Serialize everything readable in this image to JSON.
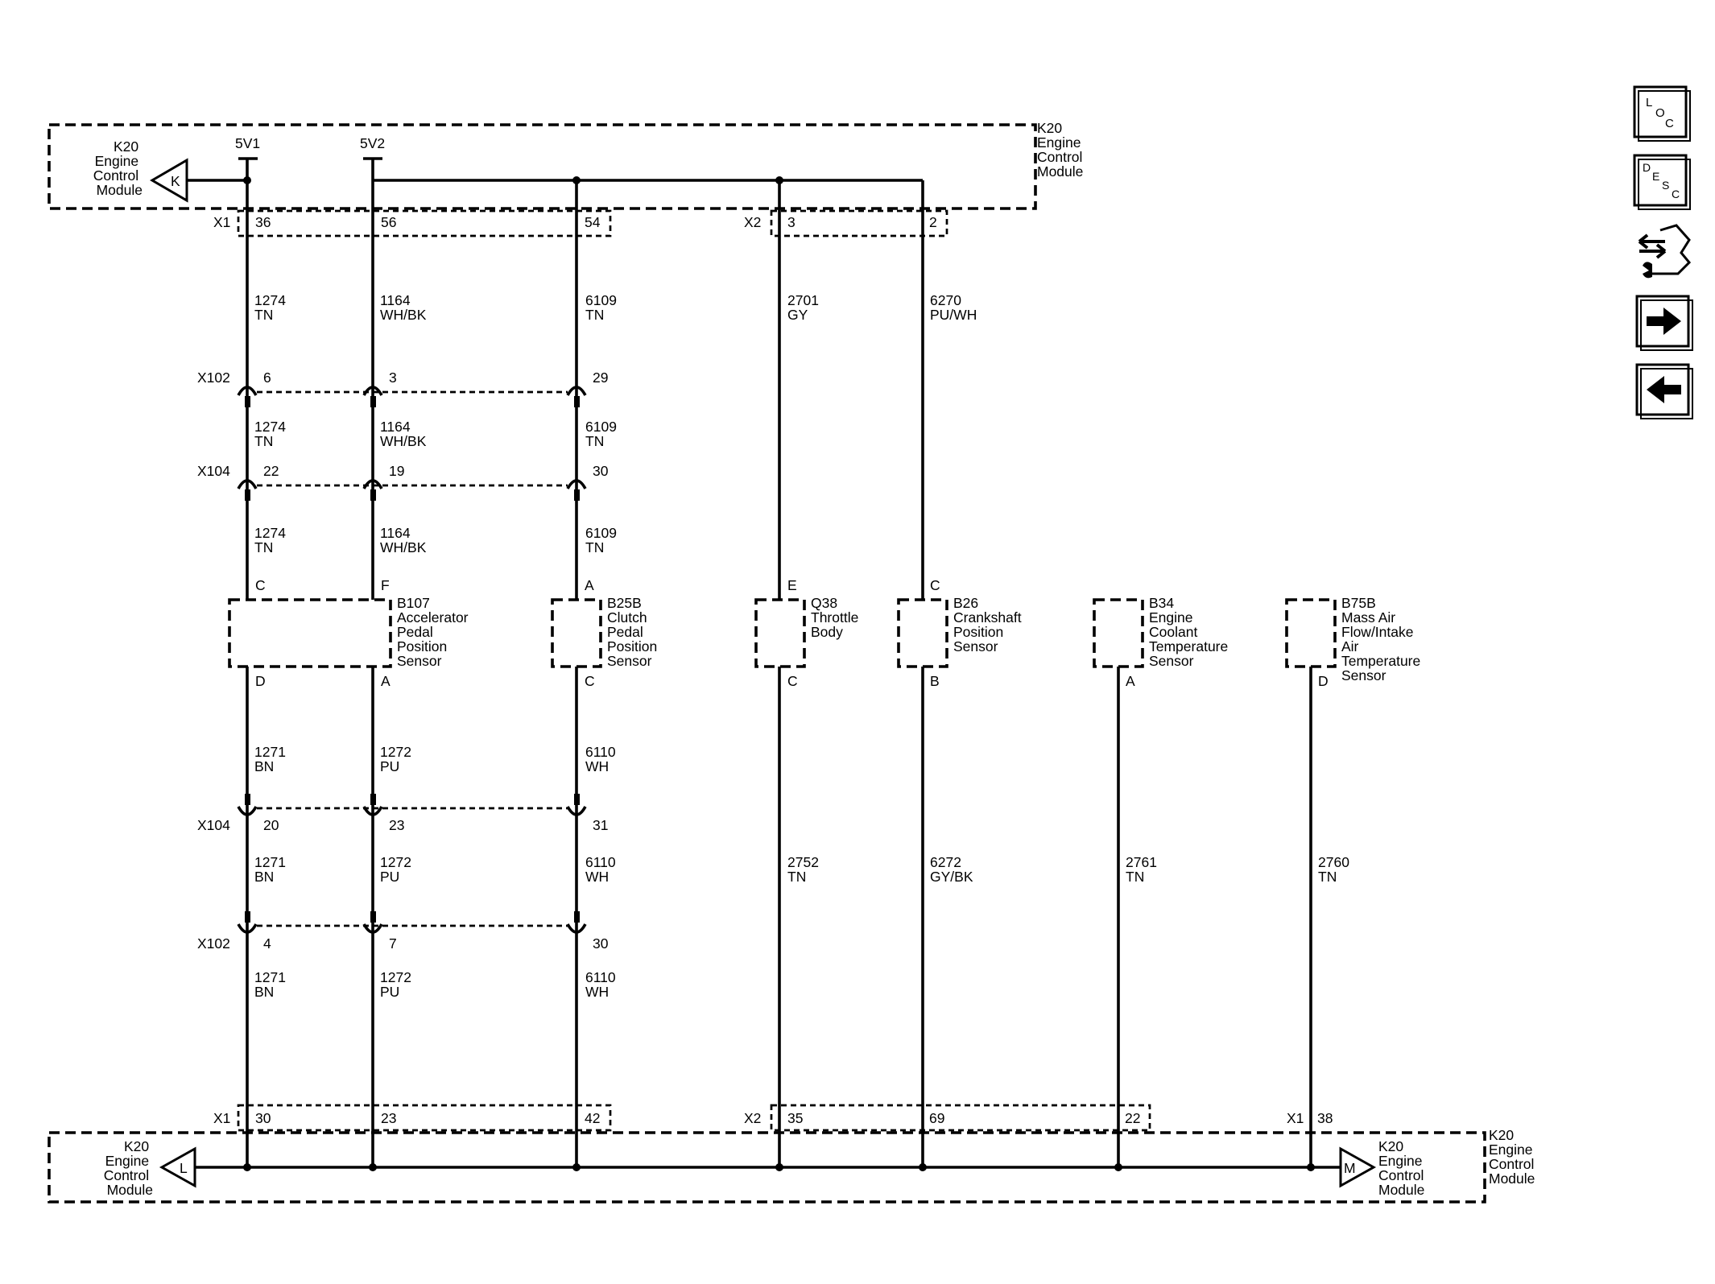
{
  "modules": {
    "top_left": [
      "K20",
      "Engine",
      "Control",
      "Module"
    ],
    "top_right": [
      "K20",
      "Engine",
      "Control",
      "Module"
    ],
    "bottom_left": [
      "K20",
      "Engine",
      "Control",
      "Module"
    ],
    "bottom_inner_right": [
      "K20",
      "Engine",
      "Control",
      "Module"
    ],
    "bottom_right": [
      "K20",
      "Engine",
      "Control",
      "Module"
    ]
  },
  "offpage_refs": {
    "k": "K",
    "l": "L",
    "m": "M"
  },
  "supply_labels": {
    "v1": "5V1",
    "v2": "5V2"
  },
  "connectors": {
    "top_x1": "X1",
    "top_x2": "X2",
    "x102_upper": "X102",
    "x104_upper": "X104",
    "x104_lower": "X104",
    "x102_lower": "X102",
    "bottom_x1_left": "X1",
    "bottom_x2": "X2",
    "bottom_x1_right": "X1"
  },
  "pins": {
    "top": [
      "36",
      "56",
      "54",
      "3",
      "2"
    ],
    "x102_upper": [
      "6",
      "3",
      "29"
    ],
    "x104_upper": [
      "22",
      "19",
      "30"
    ],
    "x104_lower": [
      "20",
      "23",
      "31"
    ],
    "x102_lower": [
      "4",
      "7",
      "30"
    ],
    "bottom": [
      "30",
      "23",
      "42",
      "35",
      "69",
      "22",
      "38"
    ]
  },
  "wire_labels": {
    "w1274_a": [
      "1274",
      "TN"
    ],
    "w1164_a": [
      "1164",
      "WH/BK"
    ],
    "w6109_a": [
      "6109",
      "TN"
    ],
    "w2701": [
      "2701",
      "GY"
    ],
    "w6270": [
      "6270",
      "PU/WH"
    ],
    "w1274_b": [
      "1274",
      "TN"
    ],
    "w1164_b": [
      "1164",
      "WH/BK"
    ],
    "w6109_b": [
      "6109",
      "TN"
    ],
    "w1274_c": [
      "1274",
      "TN"
    ],
    "w1164_c": [
      "1164",
      "WH/BK"
    ],
    "w6109_c": [
      "6109",
      "TN"
    ],
    "w1271_a": [
      "1271",
      "BN"
    ],
    "w1272_a": [
      "1272",
      "PU"
    ],
    "w6110_a": [
      "6110",
      "WH"
    ],
    "w1271_b": [
      "1271",
      "BN"
    ],
    "w1272_b": [
      "1272",
      "PU"
    ],
    "w6110_b": [
      "6110",
      "WH"
    ],
    "w2752": [
      "2752",
      "TN"
    ],
    "w6272": [
      "6272",
      "GY/BK"
    ],
    "w2761": [
      "2761",
      "TN"
    ],
    "w2760": [
      "2760",
      "TN"
    ],
    "w1271_c": [
      "1271",
      "BN"
    ],
    "w1272_c": [
      "1272",
      "PU"
    ],
    "w6110_c": [
      "6110",
      "WH"
    ]
  },
  "components": {
    "b107": {
      "label": [
        "B107",
        "Accelerator",
        "Pedal",
        "Position",
        "Sensor"
      ],
      "pins_top": [
        "C",
        "F"
      ],
      "pins_bottom": [
        "D",
        "A"
      ]
    },
    "b25b": {
      "label": [
        "B25B",
        "Clutch",
        "Pedal",
        "Position",
        "Sensor"
      ],
      "pin_top": "A",
      "pin_bottom": "C"
    },
    "q38": {
      "label": [
        "Q38",
        "Throttle",
        "Body"
      ],
      "pin_top": "E",
      "pin_bottom": "C"
    },
    "b26": {
      "label": [
        "B26",
        "Crankshaft",
        "Position",
        "Sensor"
      ],
      "pin_top": "C",
      "pin_bottom": "B"
    },
    "b34": {
      "label": [
        "B34",
        "Engine",
        "Coolant",
        "Temperature",
        "Sensor"
      ],
      "pin_bottom": "A"
    },
    "b75b": {
      "label": [
        "B75B",
        "Mass Air",
        "Flow/Intake",
        "Air",
        "Temperature",
        "Sensor"
      ],
      "pin_bottom": "D"
    }
  },
  "toolbar": {
    "loc": [
      "L",
      "O",
      "C"
    ],
    "desc": [
      "D",
      "E",
      "S",
      "C"
    ]
  },
  "colors": {
    "line": "#000000",
    "background": "#ffffff"
  }
}
